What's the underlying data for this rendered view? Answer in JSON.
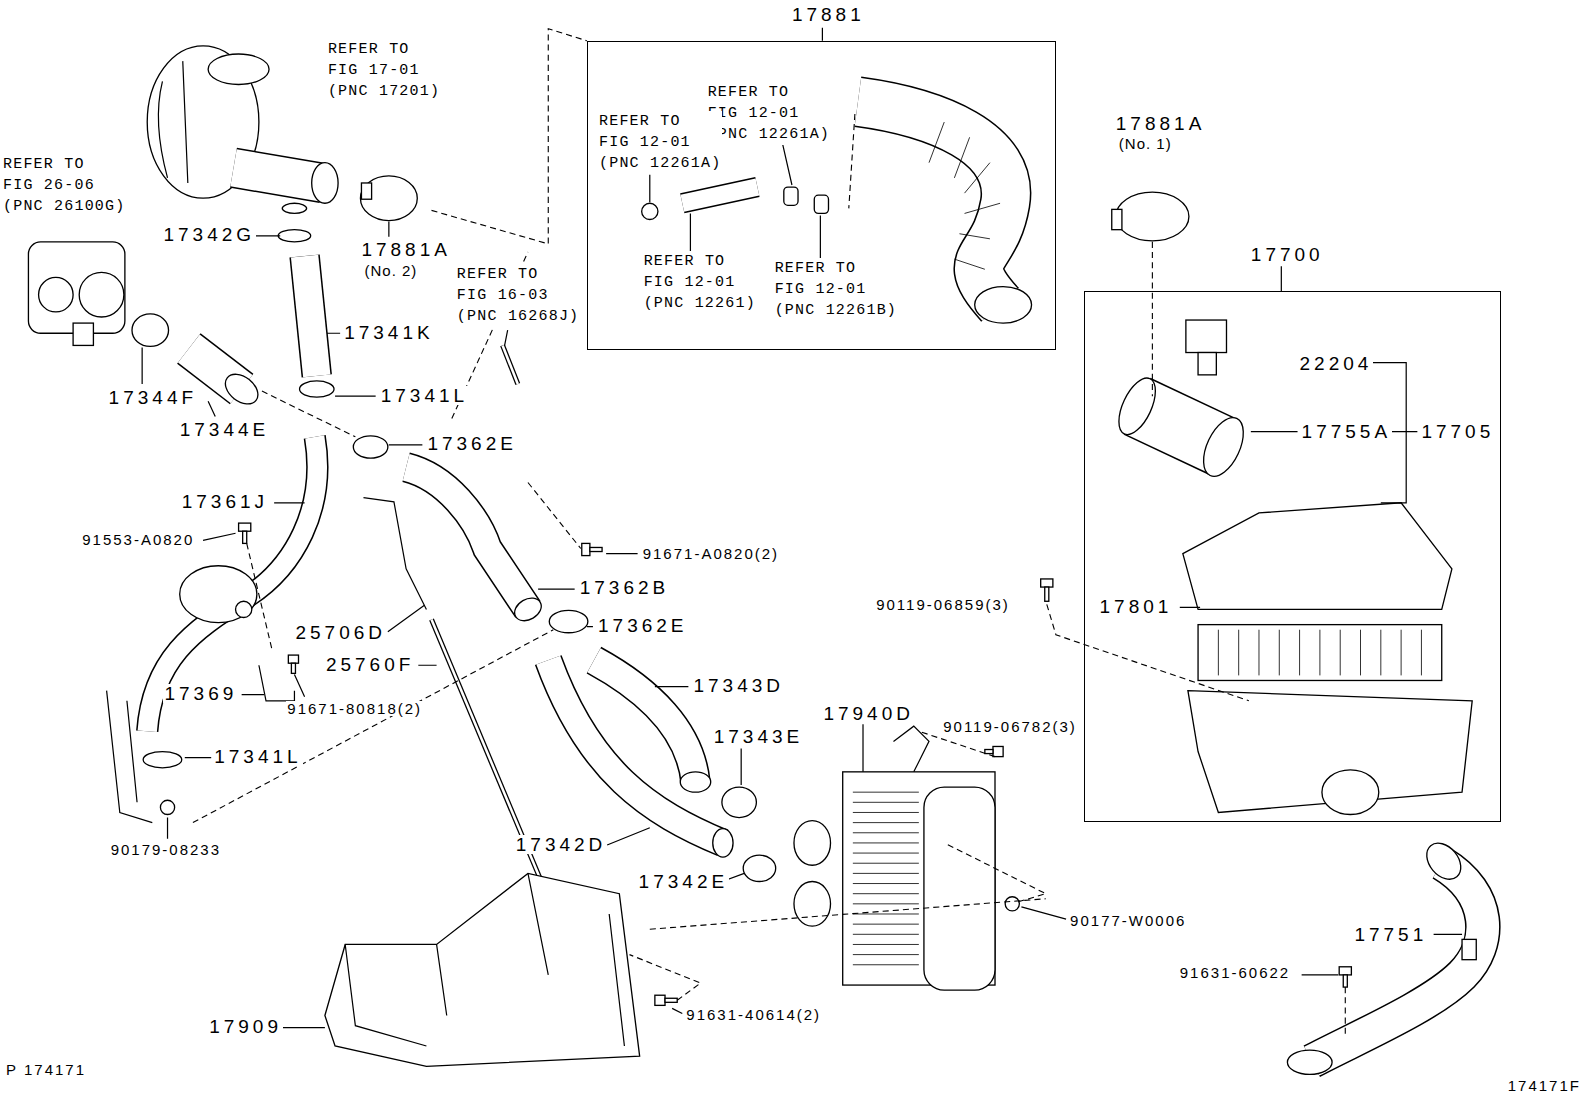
{
  "diagram": {
    "nodes": [
      {
        "text": [
          "17881",
          "REFER TO FIG 12-01 (PNC 12261A)",
          "REFER TO FIG 12-01 (PNC 12261A)",
          "REFER TO FIG 12-01 (PNC 12261)",
          "REFER TO FIG 12-01 (PNC 12261B)"
        ]
      },
      {
        "text": [
          "17700",
          "22204",
          "17755A",
          "17705",
          "17801"
        ]
      }
    ],
    "labels": [
      "REFER TO FIG 17-01 (PNC 17201)",
      "17881A",
      "(No. 1)",
      "REFER TO FIG 26-06 (PNC 26100G)",
      "17342G",
      "17881A",
      "(No. 2)",
      "REFER TO FIG 16-03 (PNC 16268J)",
      "17341K",
      "17344F",
      "17341L",
      "17344E",
      "17362E",
      "17361J",
      "91553-A0820",
      "91671-A0820(2)",
      "17362B",
      "90119-06859(3)",
      "17362E",
      "25706D",
      "25760F",
      "17343D",
      "17369",
      "91671-80818(2)",
      "17940D",
      "90119-06782(3)",
      "17343E",
      "17341L",
      "17342D",
      "90179-08233",
      "17342E",
      "90177-W0006",
      "17751",
      "91631-60622",
      "91631-40614(2)",
      "17909",
      "P 174171",
      "174171F"
    ]
  }
}
